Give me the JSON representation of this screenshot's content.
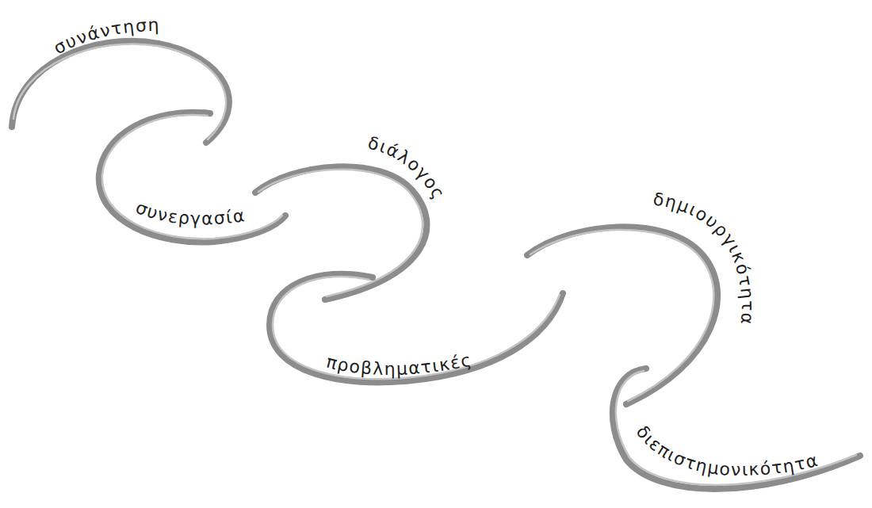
{
  "diagram": {
    "labels": [
      "συνάντηση",
      "συνεργασία",
      "διάλογος",
      "προβληματικές",
      "δημιουργικότητα",
      "διεπιστημονικότητα"
    ]
  }
}
